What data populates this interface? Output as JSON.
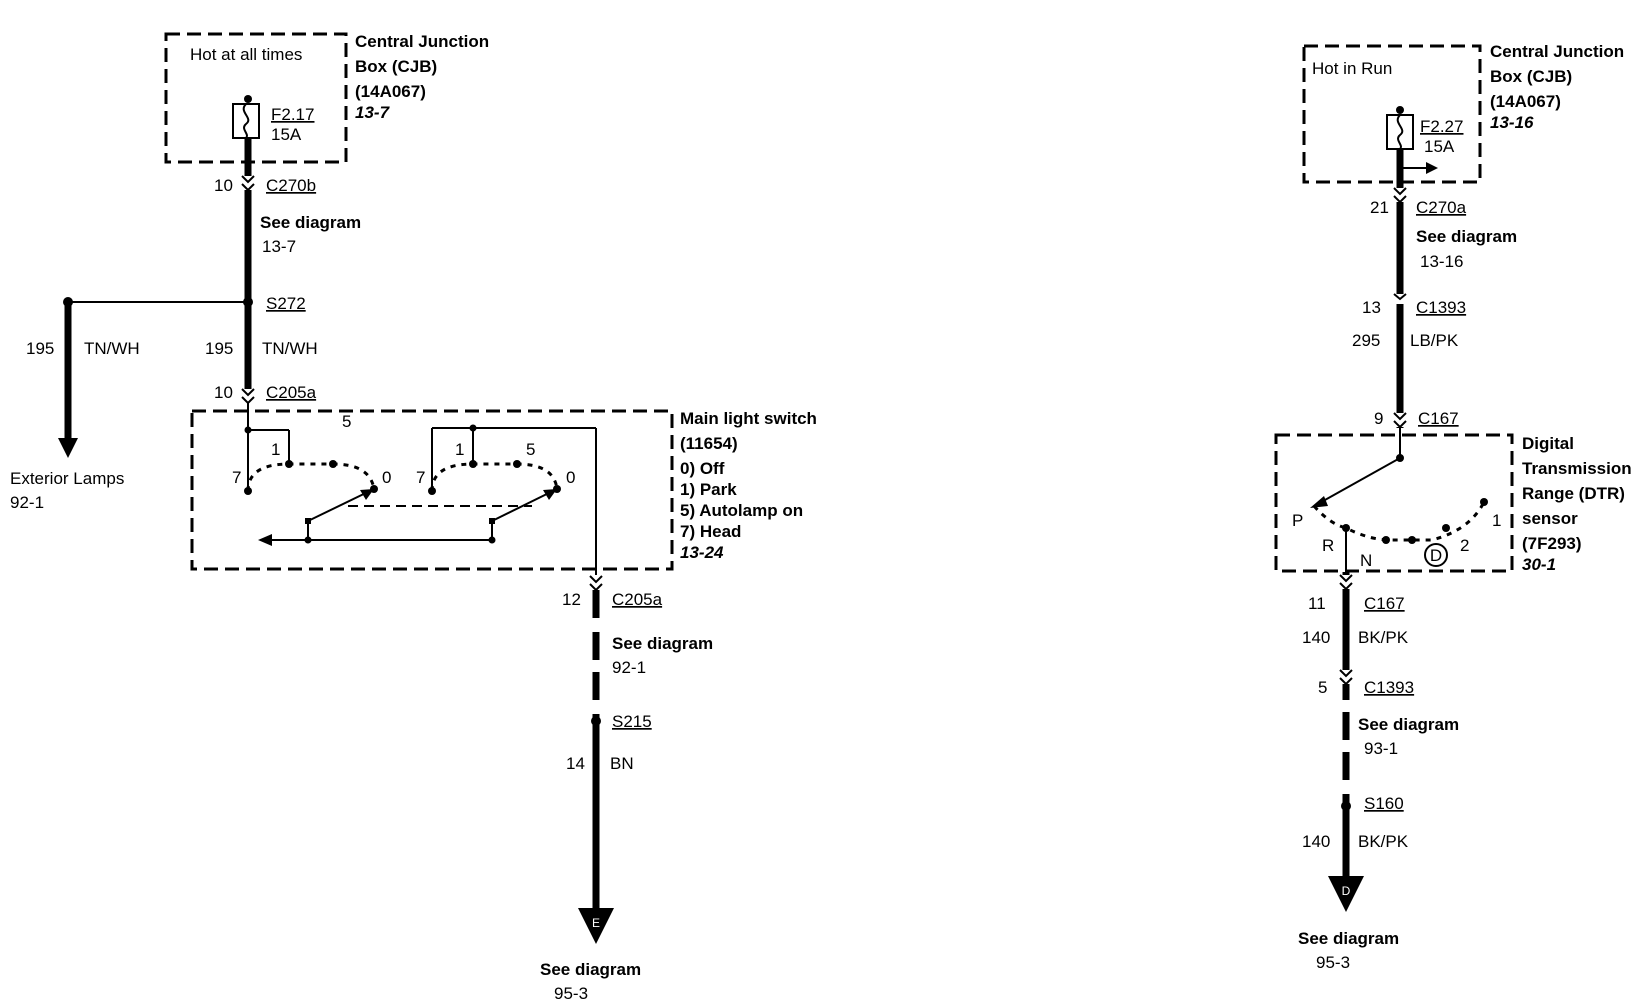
{
  "left": {
    "cjb": {
      "condition": "Hot at all times",
      "title1": "Central Junction",
      "title2": "Box (CJB)",
      "part": "(14A067)",
      "ref": "13-7",
      "fuse": "F2.17",
      "rating": "15A"
    },
    "c270b_pin": "10",
    "c270b": "C270b",
    "see1_a": "See diagram",
    "see1_b": "13-7",
    "s272": "S272",
    "circuit_195_a": "195",
    "color_195_a": "TN/WH",
    "circuit_195_b": "195",
    "color_195_b": "TN/WH",
    "exterior_a": "Exterior Lamps",
    "exterior_b": "92-1",
    "c205a_top_pin": "10",
    "c205a_top": "C205a",
    "switch": {
      "title": "Main light switch",
      "part": "(11654)",
      "pos0": "0) Off",
      "pos1": "1) Park",
      "pos5": "5) Autolamp on",
      "pos7": "7) Head",
      "ref": "13-24",
      "p7a": "7",
      "p1a": "1",
      "p5a": "5",
      "p0a": "0",
      "p7b": "7",
      "p1b": "1",
      "p5b": "5",
      "p0b": "0"
    },
    "c205a_bot_pin": "12",
    "c205a_bot": "C205a",
    "see2_a": "See diagram",
    "see2_b": "92-1",
    "s215": "S215",
    "circuit_14": "14",
    "color_14": "BN",
    "term_letter": "E",
    "end_a": "See diagram",
    "end_b": "95-3"
  },
  "right": {
    "cjb": {
      "condition": "Hot in Run",
      "title1": "Central Junction",
      "title2": "Box (CJB)",
      "part": "(14A067)",
      "ref": "13-16",
      "fuse": "F2.27",
      "rating": "15A"
    },
    "c270a_pin": "21",
    "c270a": "C270a",
    "see1_a": "See diagram",
    "see1_b": "13-16",
    "c1393_top_pin": "13",
    "c1393_top": "C1393",
    "circuit_295": "295",
    "color_295": "LB/PK",
    "c167_top_pin": "9",
    "c167_top": "C167",
    "dtr": {
      "t1": "Digital",
      "t2": "Transmission",
      "t3": "Range (DTR)",
      "t4": "sensor",
      "part": "(7F293)",
      "ref": "30-1",
      "P": "P",
      "R": "R",
      "N": "N",
      "D": "D",
      "one": "1",
      "two": "2"
    },
    "c167_bot_pin": "11",
    "c167_bot": "C167",
    "circuit_140_a": "140",
    "color_140_a": "BK/PK",
    "c1393_bot_pin": "5",
    "c1393_bot": "C1393",
    "see2_a": "See diagram",
    "see2_b": "93-1",
    "s160": "S160",
    "circuit_140_b": "140",
    "color_140_b": "BK/PK",
    "term_letter": "D",
    "end_a": "See diagram",
    "end_b": "95-3"
  }
}
